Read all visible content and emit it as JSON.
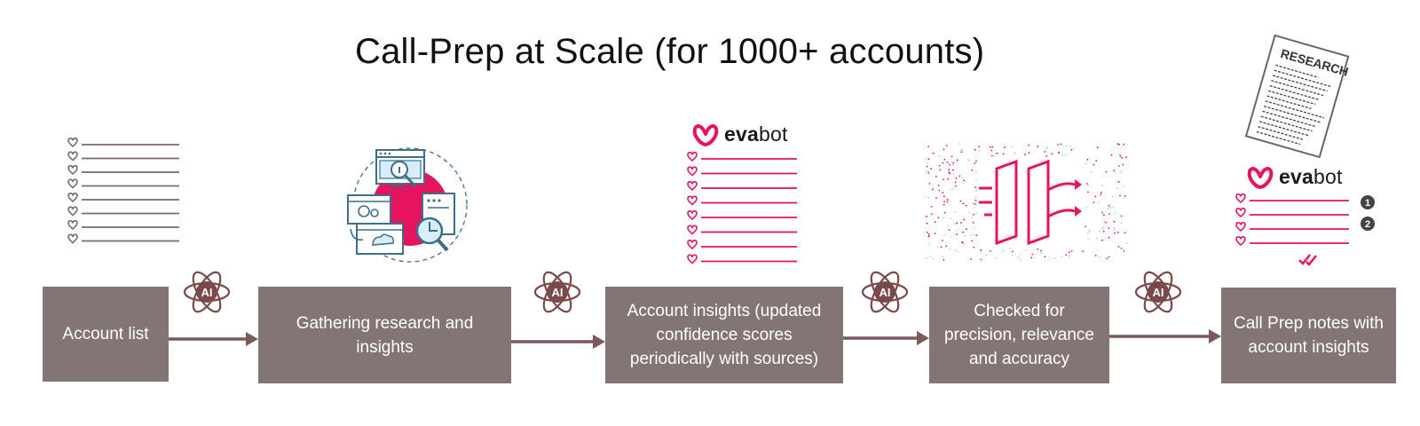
{
  "title": "Call-Prep at Scale (for 1000+ accounts)",
  "steps": [
    {
      "label": "Account list"
    },
    {
      "label": "Gathering research and insights"
    },
    {
      "label": "Account insights (updated confidence scores periodically with sources)"
    },
    {
      "label": "Checked for precision, relevance and accuracy"
    },
    {
      "label": "Call Prep notes with account insights"
    }
  ],
  "ai_badge": "AI",
  "logo": {
    "bold": "eva",
    "regular": "bot"
  },
  "research_doc": "RESEARCH",
  "ranks": [
    "1",
    "2"
  ],
  "colors": {
    "box": "#847575",
    "arrow": "#7a5a5a",
    "brand": "#e6135f",
    "list_gray": "#7a6a6a",
    "icon_teal": "#3d6f8c"
  },
  "icons": {
    "ai": "atom-icon",
    "research": "research-illustration",
    "filter": "funnel-filter-illustration",
    "logo": "evabot-logo-icon"
  }
}
